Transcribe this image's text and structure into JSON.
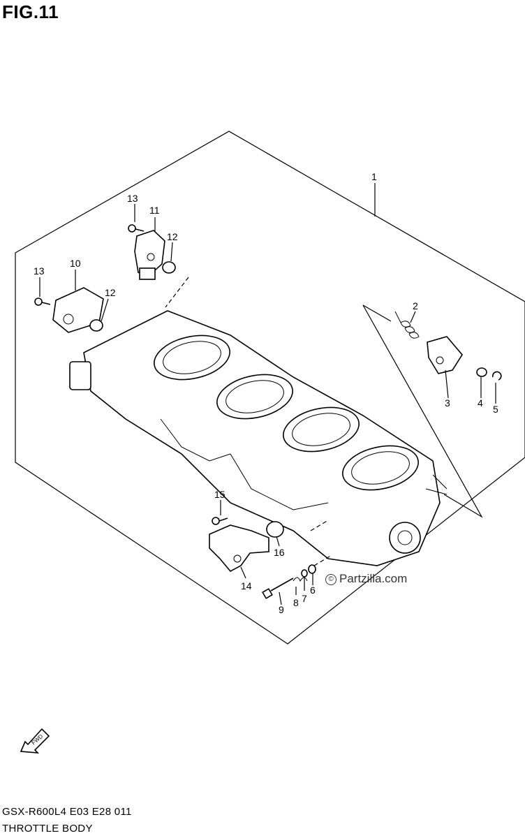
{
  "figure": {
    "title": "FIG.11"
  },
  "callouts": {
    "c1": "1",
    "c2": "2",
    "c3": "3",
    "c4": "4",
    "c5": "5",
    "c6": "6",
    "c7": "7",
    "c8": "8",
    "c9": "9",
    "c10": "10",
    "c11": "11",
    "c12a": "12",
    "c12b": "12",
    "c13a": "13",
    "c13b": "13",
    "c14": "14",
    "c15": "15",
    "c16": "16"
  },
  "watermark": {
    "symbol": "©",
    "text": "Partzilla.com"
  },
  "direction_arrow": {
    "label": "FWD"
  },
  "footer": {
    "model_line": "GSX-R600L4  E03  E28  011",
    "name_line": "THROTTLE BODY"
  }
}
